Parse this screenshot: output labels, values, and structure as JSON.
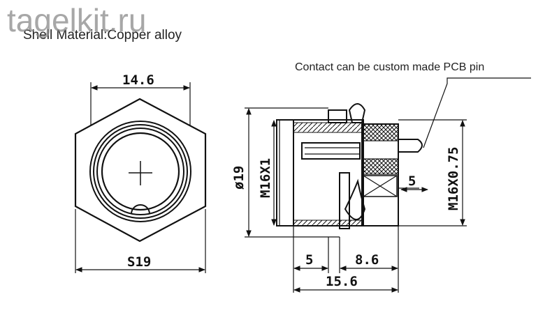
{
  "watermark": "tagelkit.ru",
  "material_label": "Shell Material:Copper alloy",
  "callout_note": "Contact can be custom made PCB pin",
  "dimensions": {
    "front_width": "14.6",
    "front_hex": "S19",
    "side_diameter": "ø19",
    "side_thread_left": "M16X1",
    "side_thread_right": "M16X0.75",
    "side_small": "5",
    "bottom_left": "5",
    "bottom_mid": "8.6",
    "bottom_total": "15.6"
  }
}
